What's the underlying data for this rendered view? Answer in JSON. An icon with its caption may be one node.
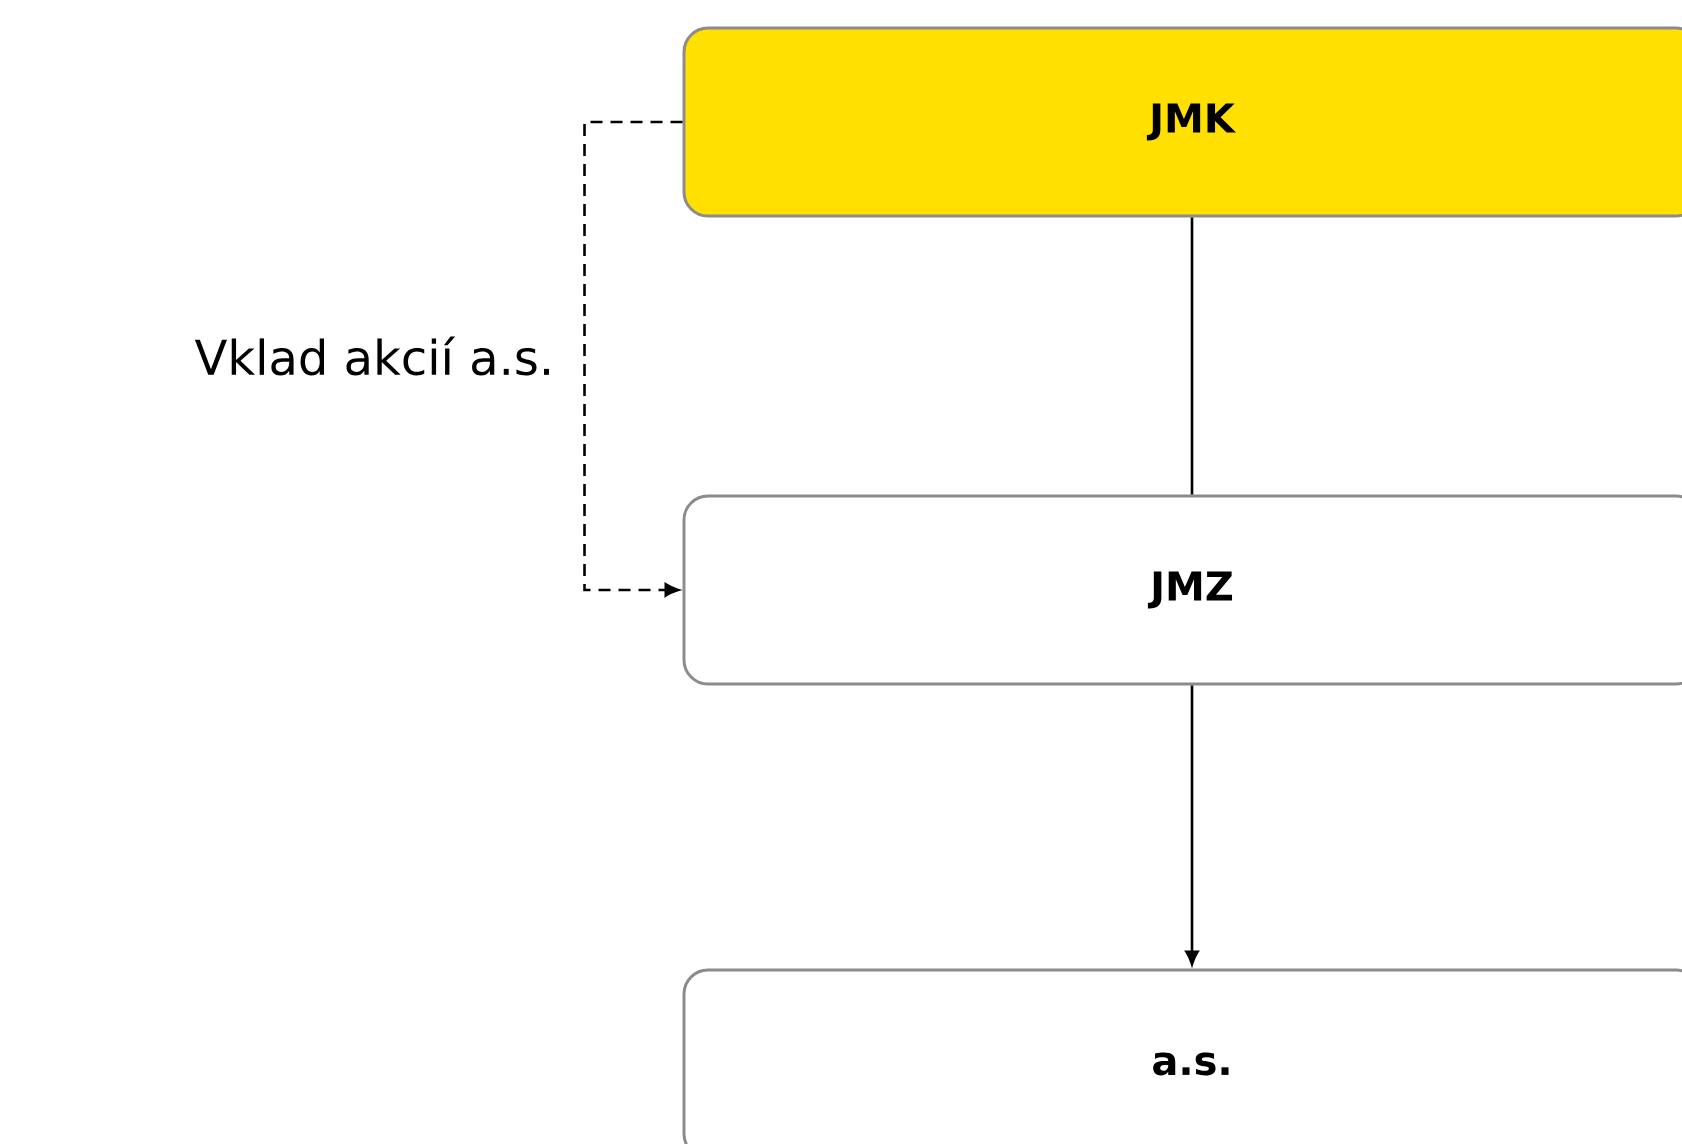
{
  "diagram": {
    "nodes": [
      {
        "text": [
          "JMK"
        ]
      },
      {
        "text": [
          "JMZ"
        ]
      },
      {
        "text": [
          "a.s."
        ]
      }
    ],
    "edges": [
      {
        "from": 0,
        "to": 1,
        "arrow": "none"
      },
      {
        "from": 1,
        "to": 2,
        "arrow": "to"
      },
      {
        "from": 0,
        "to": 1,
        "arrow": "to",
        "style": "dashed",
        "label": "Vklad akcií a.s."
      }
    ]
  }
}
